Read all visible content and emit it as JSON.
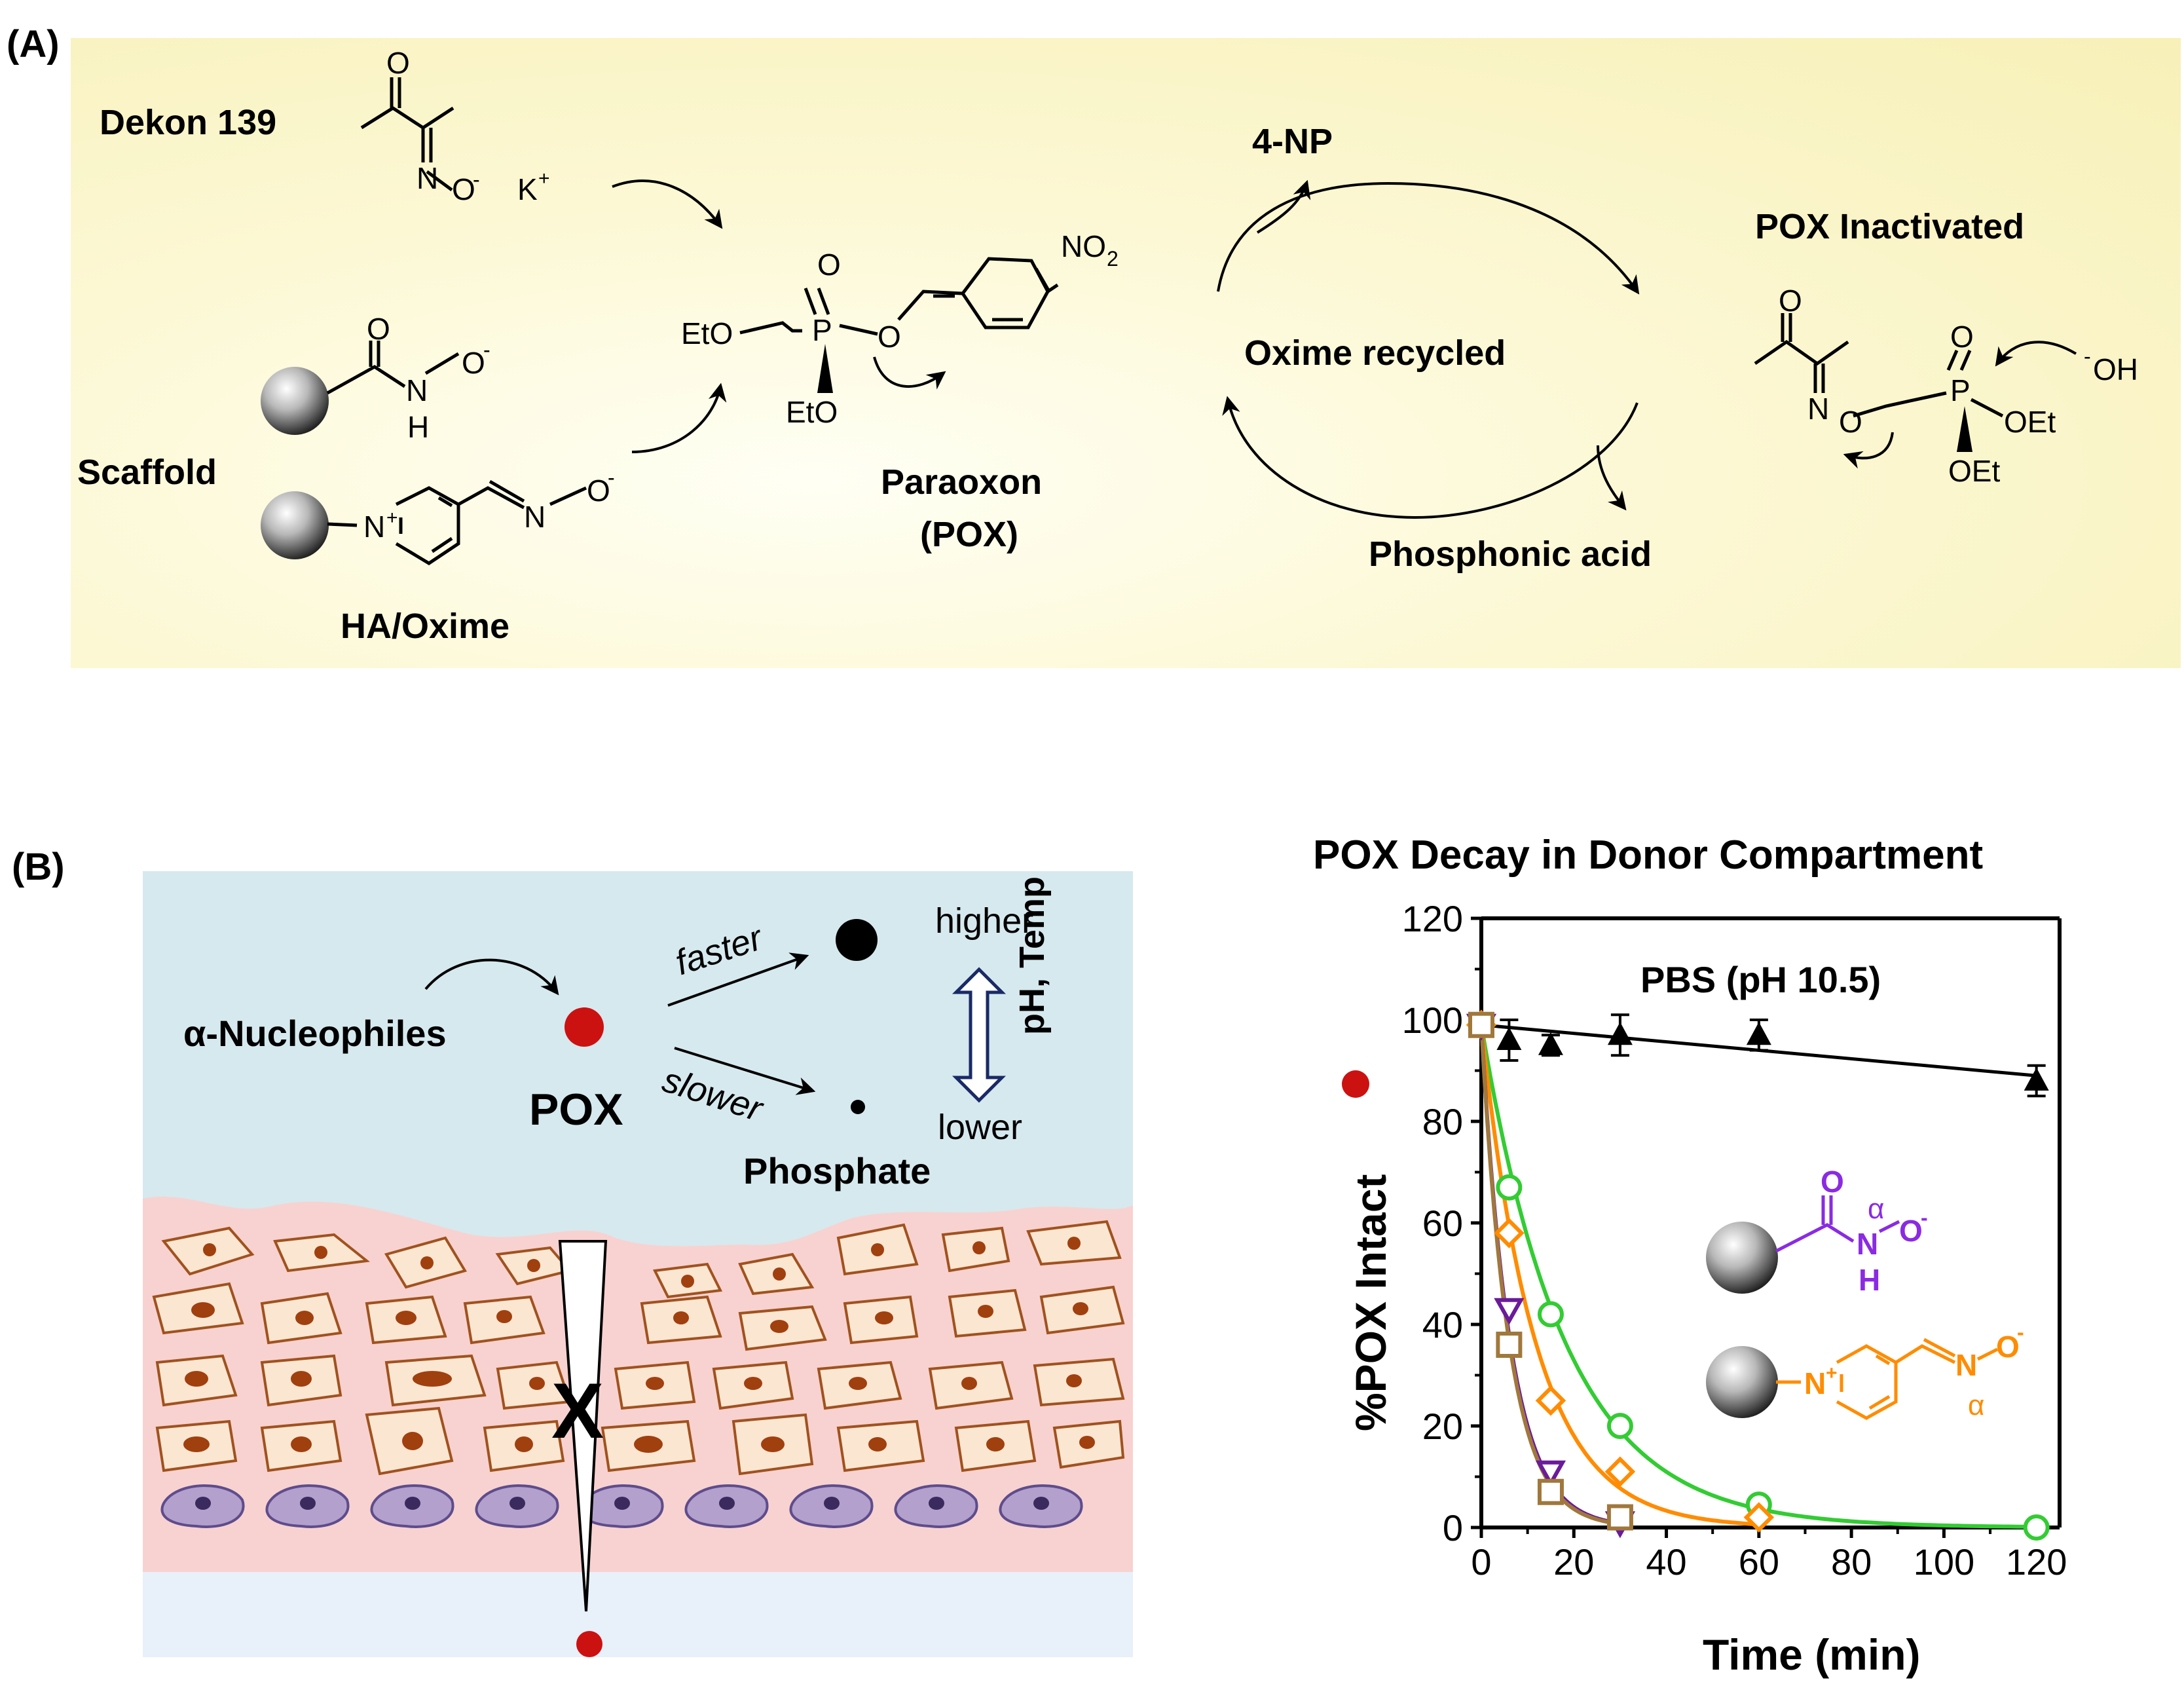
{
  "panel_a": {
    "label": "(A)",
    "dekon": "Dekon 139",
    "k_ion": "K",
    "k_charge": "+",
    "scaffold": "Scaffold",
    "ha_oxime": "HA/Oxime",
    "paraoxon_line1": "Paraoxon",
    "paraoxon_line2": "(POX)",
    "four_np": "4-NP",
    "oxime_recycled": "Oxime recycled",
    "phosphonic_acid": "Phosphonic acid",
    "pox_inactivated": "POX Inactivated",
    "atoms": {
      "O": "O",
      "N": "N",
      "H": "H",
      "P": "P",
      "O_minus": "O",
      "minus": "-",
      "EtO": "EtO",
      "OEt": "OEt",
      "NO2_main": "NO",
      "NO2_sub": "2",
      "OH": "OH",
      "OH_charge": "-",
      "N_plus": "+"
    }
  },
  "panel_b": {
    "label": "(B)",
    "nucleophiles": "α-Nucleophiles",
    "pox": "POX",
    "faster": "faster",
    "slower": "slower",
    "higher": "higher",
    "lower": "lower",
    "ph_temp": "pH, Temp",
    "phosphate": "Phosphate",
    "block_mark": "X"
  },
  "colors": {
    "pox_red": "#cc1111",
    "ha_purple": "#8a2be2",
    "oxime_orange": "#ff8c00",
    "oxime2_green": "#33cc33",
    "square_brown": "#a0783c",
    "control_black": "#000000"
  },
  "chart_data": {
    "type": "scatter",
    "title": "POX Decay in Donor Compartment",
    "subtitle": "PBS (pH 10.5)",
    "xlabel": "Time (min)",
    "ylabel": "%POX Intact",
    "xlim": [
      0,
      125
    ],
    "ylim": [
      0,
      120
    ],
    "xticks": [
      "0",
      "20",
      "40",
      "60",
      "80",
      "100",
      "120"
    ],
    "yticks": [
      "0",
      "20",
      "40",
      "60",
      "80",
      "100",
      "120"
    ],
    "grid": false,
    "series": [
      {
        "marker": "triangle-filled",
        "color": "#000000",
        "x": [
          0,
          6,
          15,
          30,
          60,
          120
        ],
        "y": [
          99,
          96,
          95,
          97,
          97,
          88
        ],
        "err": [
          2,
          4,
          2,
          4,
          3,
          3
        ],
        "fit": "linear",
        "fit_y": [
          99,
          89
        ]
      },
      {
        "marker": "circle-open",
        "color": "#33cc33",
        "x": [
          0,
          6,
          15,
          30,
          60,
          120
        ],
        "y": [
          99,
          67,
          42,
          20,
          4.5,
          0
        ],
        "k": 0.055
      },
      {
        "marker": "diamond-open",
        "color": "#ff8c00",
        "x": [
          0,
          6,
          15,
          30,
          60
        ],
        "y": [
          99,
          58,
          25,
          11,
          2
        ],
        "k": 0.085
      },
      {
        "marker": "triangle-down-open",
        "color": "#6a1b9a",
        "x": [
          0,
          6,
          15,
          30
        ],
        "y": [
          99,
          43,
          11,
          1
        ],
        "k": 0.16
      },
      {
        "marker": "square-open",
        "color": "#a0783c",
        "x": [
          0,
          6,
          15,
          30
        ],
        "y": [
          99,
          36,
          7,
          2
        ],
        "k": 0.165
      }
    ],
    "legend_structures": {
      "ha_alpha": "α",
      "ha_O": "O",
      "ha_N": "N",
      "ha_H": "H",
      "ha_Ominus": "O",
      "ha_charge": "-",
      "ox_N": "N",
      "ox_plus": "+",
      "ox_Nright": "N",
      "ox_O": "O",
      "ox_charge": "-",
      "ox_alpha": "α"
    }
  }
}
